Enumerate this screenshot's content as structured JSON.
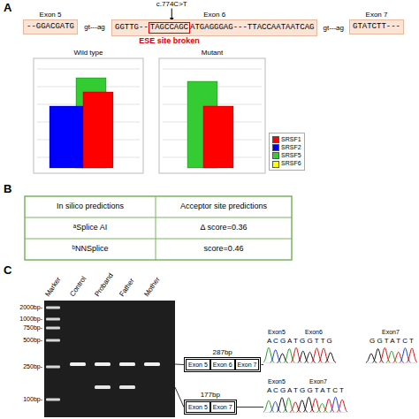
{
  "diagram": {
    "nodes": [
      {
        "text": [
          "Exon 5",
          "--GGACGATG"
        ]
      },
      {
        "text": [
          "Exon 6",
          "GGTTG--",
          "ATGAGGGAG---TTACCAATAATCAG"
        ]
      },
      {
        "text": [
          "TAGCCAGC"
        ],
        "in": 1
      },
      {
        "text": [
          "Exon 7",
          "GTATCTT---"
        ]
      },
      {
        "text": [
          "287bp"
        ]
      },
      {
        "text": [
          "Exon 5"
        ],
        "in": 4
      },
      {
        "text": [
          "Exon 6"
        ],
        "in": 4
      },
      {
        "text": [
          "Exon 7"
        ],
        "in": 4
      },
      {
        "text": [
          "177bp"
        ]
      },
      {
        "text": [
          "Exon 5"
        ],
        "in": 8
      },
      {
        "text": [
          "Exon 7"
        ],
        "in": 8
      }
    ],
    "labels": [
      "A",
      "c.774C>T",
      "gt---ag",
      "gt---ag",
      "ESE site broken",
      "Wild type",
      "Mutant",
      "B",
      "In silico predictions",
      "Acceptor site predictions",
      "ᵃSplice AI",
      "Δ score=0.36",
      "ᵇNNSplice",
      "score=0.46",
      "C",
      "Marker",
      "Control",
      "Proband",
      "Father",
      "Mother",
      "2000bp-",
      "1000bp-",
      "750bp-",
      "500bp-",
      "250bp-",
      "100bp-",
      "Exon5",
      "Exon6",
      "A C G A T G G T T G",
      "Exon7",
      "G G T A T C T",
      "Exon5",
      "Exon7",
      "A C G A T G G T A T C T"
    ],
    "legend": [
      {
        "text": "SRSF1",
        "color": "#ff0000"
      },
      {
        "text": "SRSF2",
        "color": "#0000ff"
      },
      {
        "text": "SRSF5",
        "color": "#33cc33"
      },
      {
        "text": "SRSF6",
        "color": "#ffff00"
      }
    ]
  }
}
